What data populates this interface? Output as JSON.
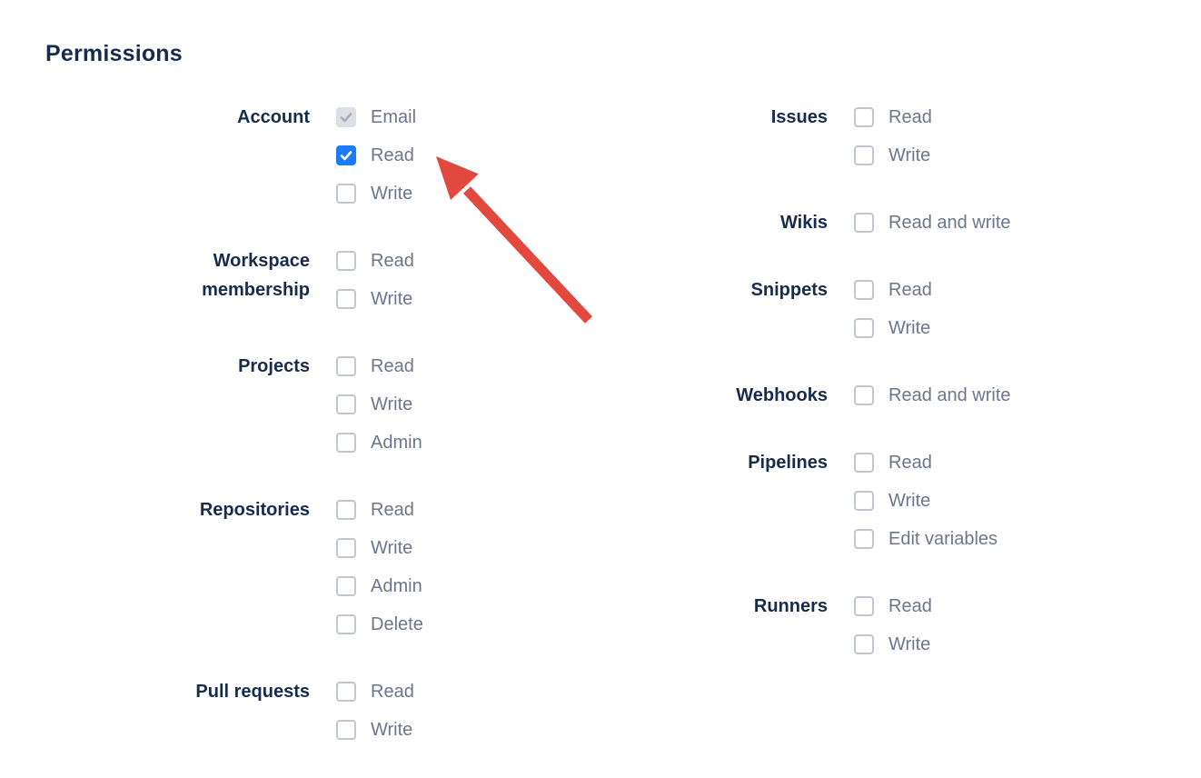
{
  "title": "Permissions",
  "colors": {
    "heading": "#172B4D",
    "group_label": "#172B4D",
    "option_label": "#6B778C",
    "checkbox_border": "#C1C7D0",
    "checkbox_checked_bg": "#1D7AFC",
    "checkbox_disabled_bg": "#DCDFE4",
    "checkbox_disabled_check": "#A5ADBA",
    "arrow": "#E2483D"
  },
  "columns": [
    {
      "groups": [
        {
          "label": "Account",
          "options": [
            {
              "label": "Email",
              "state": "disabled-checked"
            },
            {
              "label": "Read",
              "state": "checked"
            },
            {
              "label": "Write",
              "state": "unchecked"
            }
          ]
        },
        {
          "label": "Workspace membership",
          "options": [
            {
              "label": "Read",
              "state": "unchecked"
            },
            {
              "label": "Write",
              "state": "unchecked"
            }
          ]
        },
        {
          "label": "Projects",
          "options": [
            {
              "label": "Read",
              "state": "unchecked"
            },
            {
              "label": "Write",
              "state": "unchecked"
            },
            {
              "label": "Admin",
              "state": "unchecked"
            }
          ]
        },
        {
          "label": "Repositories",
          "options": [
            {
              "label": "Read",
              "state": "unchecked"
            },
            {
              "label": "Write",
              "state": "unchecked"
            },
            {
              "label": "Admin",
              "state": "unchecked"
            },
            {
              "label": "Delete",
              "state": "unchecked"
            }
          ]
        },
        {
          "label": "Pull requests",
          "options": [
            {
              "label": "Read",
              "state": "unchecked"
            },
            {
              "label": "Write",
              "state": "unchecked"
            }
          ]
        }
      ]
    },
    {
      "groups": [
        {
          "label": "Issues",
          "options": [
            {
              "label": "Read",
              "state": "unchecked"
            },
            {
              "label": "Write",
              "state": "unchecked"
            }
          ]
        },
        {
          "label": "Wikis",
          "options": [
            {
              "label": "Read and write",
              "state": "unchecked"
            }
          ]
        },
        {
          "label": "Snippets",
          "options": [
            {
              "label": "Read",
              "state": "unchecked"
            },
            {
              "label": "Write",
              "state": "unchecked"
            }
          ]
        },
        {
          "label": "Webhooks",
          "options": [
            {
              "label": "Read and write",
              "state": "unchecked"
            }
          ]
        },
        {
          "label": "Pipelines",
          "options": [
            {
              "label": "Read",
              "state": "unchecked"
            },
            {
              "label": "Write",
              "state": "unchecked"
            },
            {
              "label": "Edit variables",
              "state": "unchecked"
            }
          ]
        },
        {
          "label": "Runners",
          "options": [
            {
              "label": "Read",
              "state": "unchecked"
            },
            {
              "label": "Write",
              "state": "unchecked"
            }
          ]
        }
      ]
    }
  ],
  "annotation": {
    "arrow": "red-arrow-pointing-to-account-read-checkbox"
  }
}
